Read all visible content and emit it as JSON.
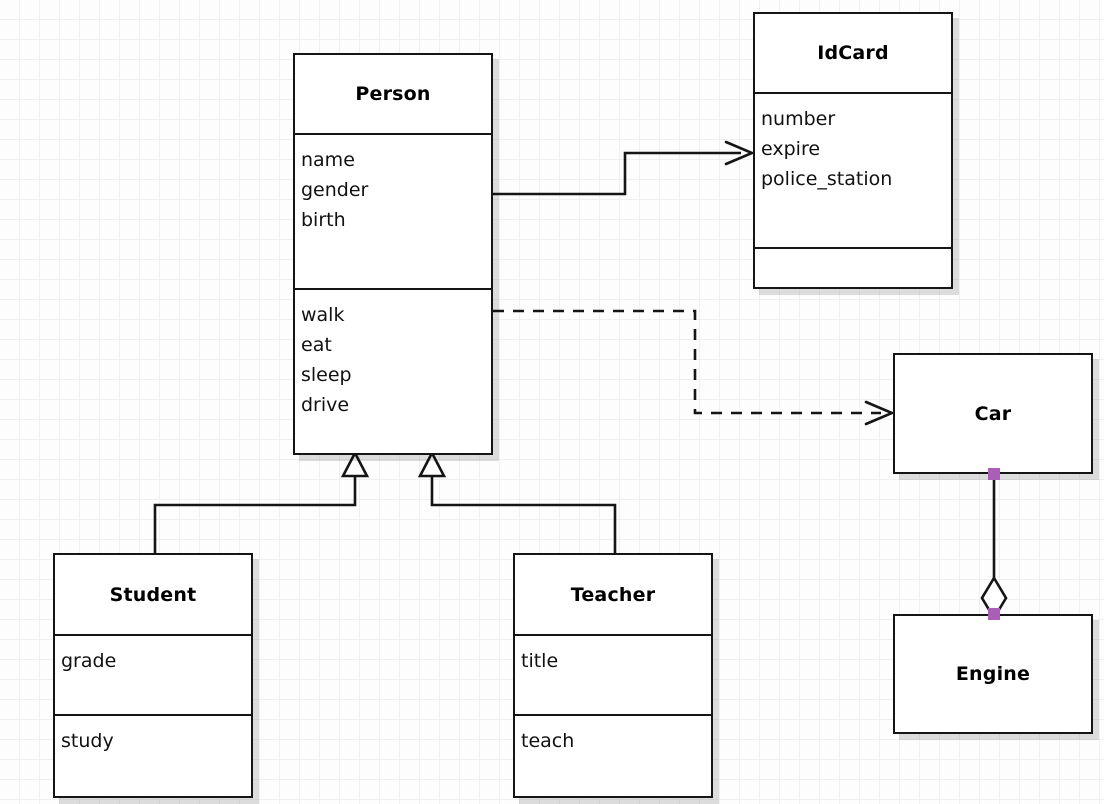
{
  "diagram": {
    "kind": "uml-class-diagram",
    "background": {
      "color": "#fdfdfd",
      "grid_color": "#f0f0f0",
      "grid_size": 20
    },
    "stroke_color": "#151515",
    "selection_handle_color": "#a95fb5"
  },
  "classes": {
    "person": {
      "name": "Person",
      "attributes": [
        "name",
        "gender",
        "birth"
      ],
      "methods": [
        "walk",
        "eat",
        "sleep",
        "drive"
      ]
    },
    "idcard": {
      "name": "IdCard",
      "attributes": [
        "number",
        "expire",
        "police_station"
      ],
      "methods": []
    },
    "student": {
      "name": "Student",
      "attributes": [
        "grade"
      ],
      "methods": [
        "study"
      ]
    },
    "teacher": {
      "name": "Teacher",
      "attributes": [
        "title"
      ],
      "methods": [
        "teach"
      ]
    },
    "car": {
      "name": "Car",
      "attributes": [],
      "methods": []
    },
    "engine": {
      "name": "Engine",
      "attributes": [],
      "methods": []
    }
  },
  "relations": [
    {
      "id": "person-idcard",
      "type": "association",
      "from": "Person",
      "to": "IdCard",
      "line": "solid",
      "arrowhead": "open"
    },
    {
      "id": "person-car",
      "type": "dependency",
      "from": "Person",
      "to": "Car",
      "line": "dashed",
      "arrowhead": "open"
    },
    {
      "id": "student-person",
      "type": "generalization",
      "from": "Student",
      "to": "Person",
      "line": "solid",
      "arrowhead": "hollow-triangle"
    },
    {
      "id": "teacher-person",
      "type": "generalization",
      "from": "Teacher",
      "to": "Person",
      "line": "solid",
      "arrowhead": "hollow-triangle"
    },
    {
      "id": "car-engine",
      "type": "aggregation",
      "from": "Car",
      "to": "Engine",
      "line": "solid",
      "arrowhead": "hollow-diamond",
      "selected": true
    }
  ]
}
